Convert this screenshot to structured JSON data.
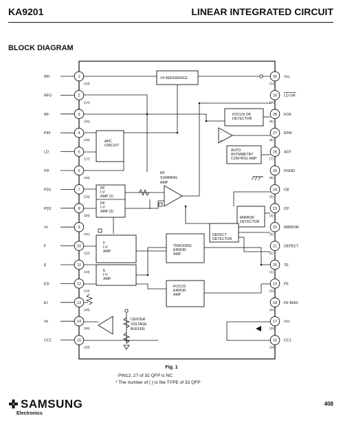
{
  "header": {
    "part_number": "KA9201",
    "category": "LINEAR INTEGRATED CIRCUIT"
  },
  "section_title": "BLOCK DIAGRAM",
  "pins_left": [
    {
      "name": "RFI",
      "num": "1",
      "qfp": "(13)"
    },
    {
      "name": "RFO",
      "num": "2",
      "qfp": "(14)"
    },
    {
      "name": "RF-",
      "num": "3",
      "qfp": "(15)"
    },
    {
      "name": "PIN",
      "num": "4",
      "qfp": "(16)"
    },
    {
      "name": "LD",
      "num": "5",
      "qfp": "(17)"
    },
    {
      "name": "PD",
      "num": "6",
      "qfp": "(18)"
    },
    {
      "name": "PD1",
      "num": "7",
      "qfp": "(19)"
    },
    {
      "name": "PD2",
      "num": "8",
      "qfp": "(20)"
    },
    {
      "name": "Vc",
      "num": "9",
      "qfp": "(21)"
    },
    {
      "name": "F",
      "num": "10",
      "qfp": "(22)"
    },
    {
      "name": "E",
      "num": "11",
      "qfp": "(23)"
    },
    {
      "name": "ED",
      "num": "12",
      "qfp": "(24)"
    },
    {
      "name": "EI",
      "num": "13",
      "qfp": "(25)"
    },
    {
      "name": "Vo",
      "num": "14",
      "qfp": "(26)"
    },
    {
      "name": "CC2",
      "num": "15",
      "qfp": "(28)"
    }
  ],
  "pins_right": [
    {
      "name": "Vcc",
      "num": "30",
      "qfp": "(11)"
    },
    {
      "name": "LD ON",
      "num": "29",
      "qfp": "(10)"
    },
    {
      "name": "FOK",
      "num": "28",
      "qfp": "(9)"
    },
    {
      "name": "EFM",
      "num": "27",
      "qfp": "(8)"
    },
    {
      "name": "ASY",
      "num": "26",
      "qfp": "(7)"
    },
    {
      "name": "DGND",
      "num": "25",
      "qfp": "(6)"
    },
    {
      "name": "CB",
      "num": "24",
      "qfp": "(5)"
    },
    {
      "name": "CP",
      "num": "23",
      "qfp": "(4)"
    },
    {
      "name": "MIRROR",
      "num": "22",
      "qfp": "(3)"
    },
    {
      "name": "DEFECT",
      "num": "21",
      "qfp": "(2)"
    },
    {
      "name": "TE",
      "num": "20",
      "qfp": "(1)"
    },
    {
      "name": "FE",
      "num": "19",
      "qfp": "(32)"
    },
    {
      "name": "FE BIAS",
      "num": "18",
      "qfp": "(31)"
    },
    {
      "name": "Vcc",
      "num": "17",
      "qfp": "(30)"
    },
    {
      "name": "CC1",
      "num": "16",
      "qfp": "(29)"
    }
  ],
  "blocks": {
    "vi_reference": "V/I REFERENCE",
    "focus_ok": [
      "FOCUS OK",
      "DETECTOR"
    ],
    "apc": [
      "APC",
      "CIRCUIT"
    ],
    "auto_asym": [
      "AUTO",
      "ASYMMETRY",
      "CONTROL AMP"
    ],
    "rf_summing": [
      "RF",
      "SUMMING",
      "AMP"
    ],
    "iv1": [
      "RF",
      "I-V",
      "AMP (1)"
    ],
    "iv2": [
      "RF",
      "I-V",
      "AMP (2)"
    ],
    "mirror": [
      "MIRROR",
      "DETECTOR"
    ],
    "defect": [
      "DEFECT",
      "DETECTOR"
    ],
    "f_iv": [
      "F",
      "I-V",
      "AMP"
    ],
    "e_iv": [
      "E",
      "I-V",
      "AMP"
    ],
    "tracking": [
      "TRACKING",
      "ERROR",
      "AMP"
    ],
    "focus_err": [
      "FOCUS",
      "ERROR",
      "AMP"
    ],
    "center_buffer": [
      "CENTER",
      "VOLTAGE",
      "BUFFER"
    ]
  },
  "figure_caption": "Fig. 1",
  "notes": [
    "· PIN12, 27 of 32 QFP is NC",
    "* The number of (      ) is the TYPE of 32 QFP"
  ],
  "footer": {
    "brand": "SAMSUNG",
    "brand_sub": "Electronics",
    "page_number": "408"
  }
}
